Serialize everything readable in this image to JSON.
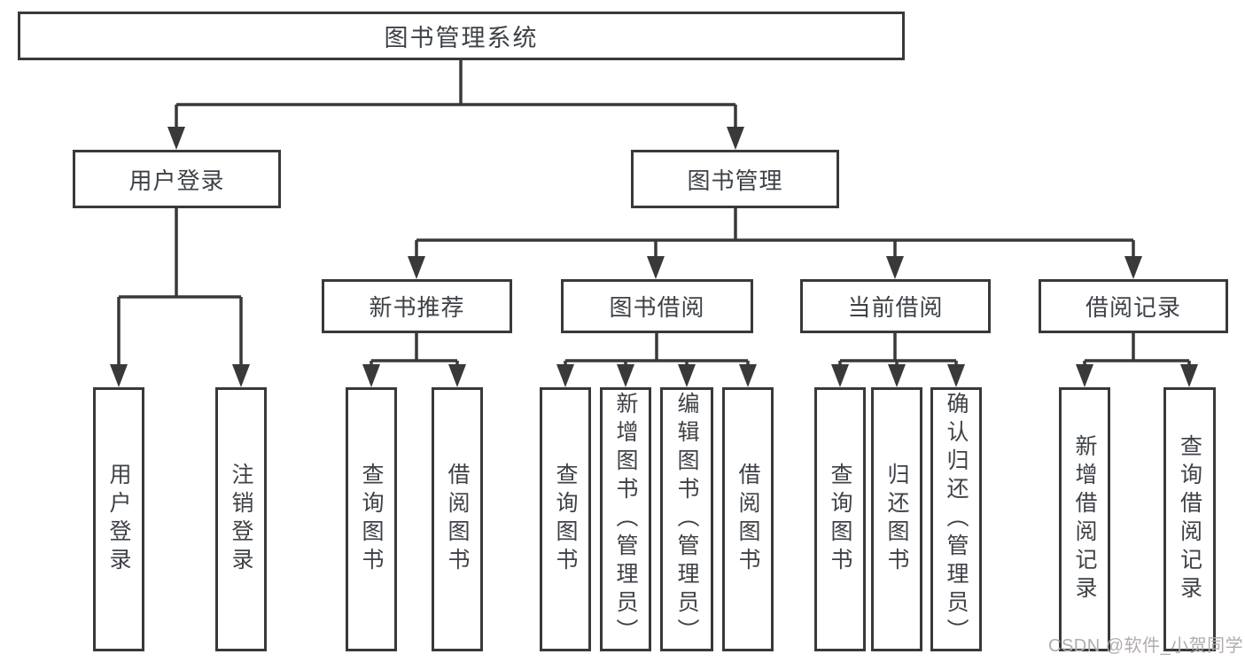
{
  "tree": {
    "root": "图书管理系统",
    "level2": [
      {
        "label": "用户登录"
      },
      {
        "label": "图书管理"
      }
    ],
    "level3": [
      {
        "label": "新书推荐"
      },
      {
        "label": "图书借阅"
      },
      {
        "label": "当前借阅"
      },
      {
        "label": "借阅记录"
      }
    ],
    "leaves": [
      {
        "label": "用户登录"
      },
      {
        "label": "注销登录"
      },
      {
        "label": "查询图书"
      },
      {
        "label": "借阅图书"
      },
      {
        "label": "查询图书"
      },
      {
        "label": "新增图书（管理员）"
      },
      {
        "label": "编辑图书（管理员）"
      },
      {
        "label": "借阅图书"
      },
      {
        "label": "查询图书"
      },
      {
        "label": "归还图书"
      },
      {
        "label": "确认归还（管理员）"
      },
      {
        "label": "新增借阅记录"
      },
      {
        "label": "查询借阅记录"
      }
    ]
  },
  "watermark": "CSDN @软件_小贺同学",
  "colors": {
    "line": "#37393b",
    "text": "#3e4247",
    "background": "#ffffff",
    "watermark": "#b3acac"
  }
}
